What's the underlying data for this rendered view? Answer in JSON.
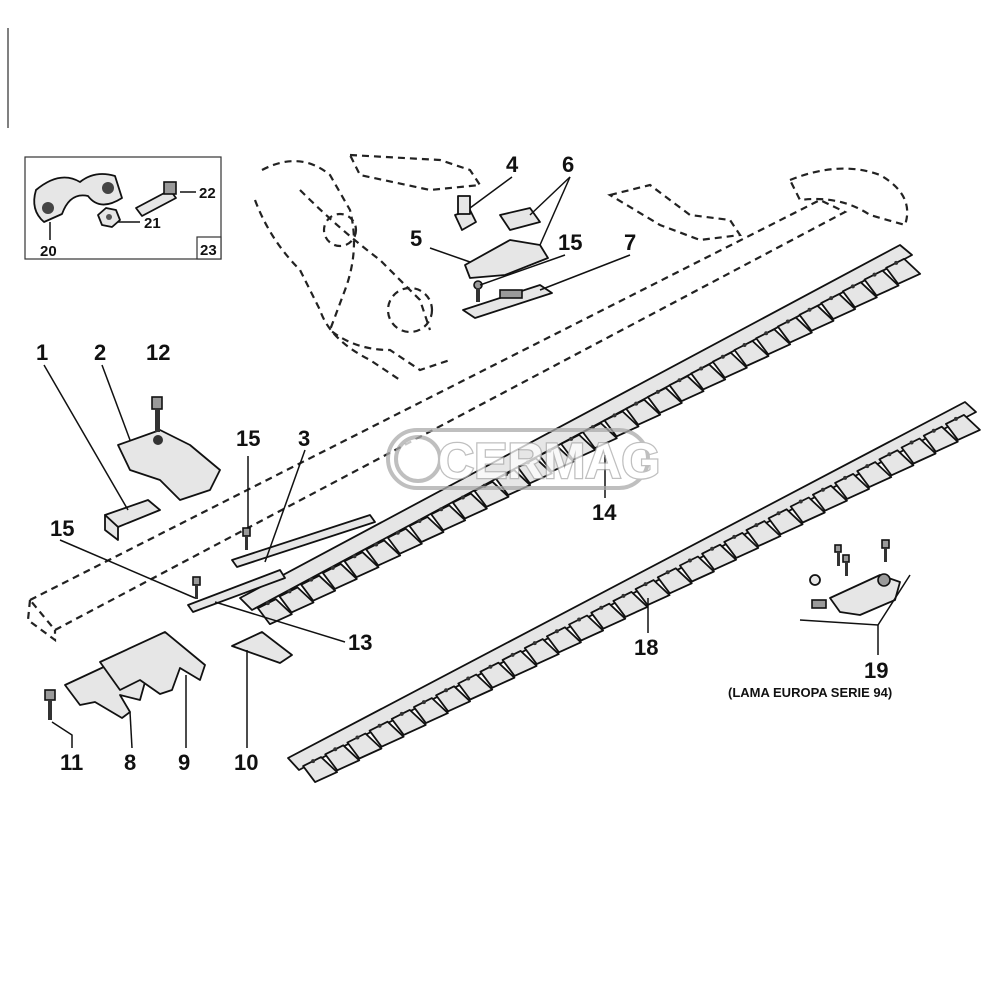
{
  "callouts": {
    "c1": "1",
    "c2": "2",
    "c3": "3",
    "c4": "4",
    "c5": "5",
    "c6": "6",
    "c7": "7",
    "c8": "8",
    "c9": "9",
    "c10": "10",
    "c11": "11",
    "c12": "12",
    "c13": "13",
    "c14": "14",
    "c15a": "15",
    "c15b": "15",
    "c15c": "15",
    "c18": "18",
    "c19": "19",
    "c20": "20",
    "c21": "21",
    "c22": "22",
    "c23": "23"
  },
  "note": "(LAMA EUROPA SERIE 94)",
  "watermark": "CERMAG",
  "colors": {
    "line": "#111111",
    "part_fill": "#e6e6e6",
    "watermark_stroke": "#aaaaaa"
  }
}
